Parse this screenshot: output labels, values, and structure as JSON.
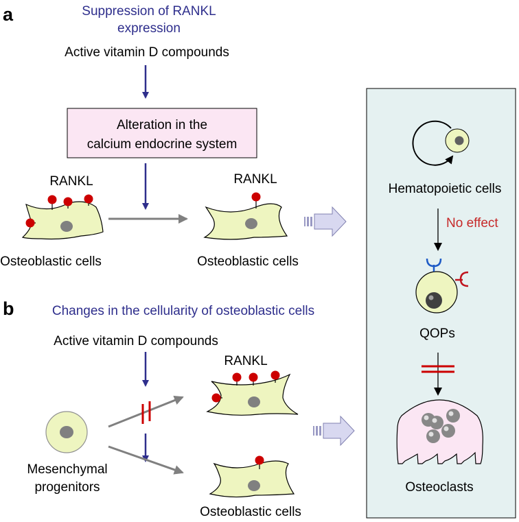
{
  "panel_a": {
    "letter": "a",
    "heading_line1": "Suppression of RANKL",
    "heading_line2": "expression",
    "compound": "Active vitamin D compounds",
    "box_line1": "Alteration in the",
    "box_line2": "calcium endocrine system",
    "rankl_left": "RANKL",
    "rankl_right": "RANKL",
    "cells_left": "Osteoblastic cells",
    "cells_right": "Osteoblastic cells"
  },
  "panel_b": {
    "letter": "b",
    "heading": "Changes in the cellularity of osteoblastic cells",
    "compound": "Active vitamin D compounds",
    "rankl": "RANKL",
    "progenitor_line1": "Mesenchymal",
    "progenitor_line2": "progenitors",
    "cells": "Osteoblastic cells"
  },
  "right_panel": {
    "hematopoietic": "Hematopoietic cells",
    "no_effect": "No effect",
    "qops": "QOPs",
    "osteoclasts": "Osteoclasts"
  },
  "colors": {
    "cell_fill": "#eef5c0",
    "box_fill": "#fbe6f3",
    "panel_fill": "#e5f1f1",
    "rankl_red": "#cc0000",
    "arrow_blue": "#2e2e8c",
    "arrow_gray": "#808080",
    "receptor_blue": "#1e5bc6",
    "receptor_red": "#c0141e"
  }
}
